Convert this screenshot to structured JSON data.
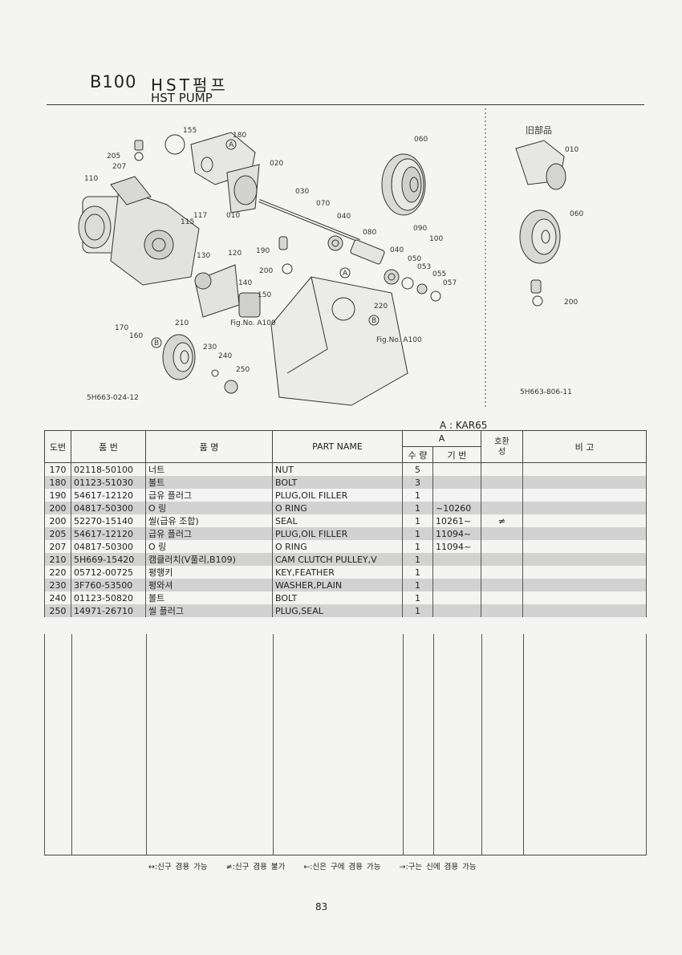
{
  "header": {
    "code": "B100",
    "title_ko": "HST펌프",
    "title_en": "HST PUMP"
  },
  "diagram": {
    "ref_left": "5H663-024-12",
    "ref_right": "5H663-806-11",
    "side_heading": "旧部品",
    "fig_refs": [
      "Fig.No. A100",
      "Fig.No. A100"
    ],
    "part_labels": [
      "155",
      "180",
      "205",
      "207",
      "110",
      "020",
      "060",
      "030",
      "070",
      "040",
      "010",
      "117",
      "115",
      "090",
      "100",
      "080",
      "190",
      "120",
      "040",
      "130",
      "050",
      "053",
      "200",
      "055",
      "140",
      "057",
      "150",
      "220",
      "170",
      "160",
      "210",
      "230",
      "240",
      "250"
    ],
    "side_labels": [
      "010",
      "060",
      "200"
    ],
    "callouts": [
      "A",
      "A",
      "B",
      "B"
    ]
  },
  "table": {
    "note": "A : KAR65",
    "headers": {
      "no": "도번",
      "part_no": "품 번",
      "name_ko": "품 명",
      "name_en": "PART NAME",
      "group_a": "A",
      "qty": "수 량",
      "serial": "기 번",
      "compat": "호환성",
      "remark": "비 고"
    },
    "rows": [
      {
        "no": "170",
        "part_no": "02118-50100",
        "name_ko": "너트",
        "name_en": "NUT",
        "qty": "5",
        "serial": "",
        "compat": ""
      },
      {
        "no": "180",
        "part_no": "01123-51030",
        "name_ko": "볼트",
        "name_en": "BOLT",
        "qty": "3",
        "serial": "",
        "compat": ""
      },
      {
        "no": "190",
        "part_no": "54617-12120",
        "name_ko": "급유 플러그",
        "name_en": "PLUG,OIL FILLER",
        "qty": "1",
        "serial": "",
        "compat": ""
      },
      {
        "no": "200",
        "part_no": "04817-50300",
        "name_ko": "O 링",
        "name_en": "O RING",
        "qty": "1",
        "serial": "~10260",
        "compat": ""
      },
      {
        "no": "200",
        "part_no": "52270-15140",
        "name_ko": "씰(급유 조합)",
        "name_en": "SEAL",
        "qty": "1",
        "serial": "10261~",
        "compat": "≠"
      },
      {
        "no": "205",
        "part_no": "54617-12120",
        "name_ko": "급유 플러그",
        "name_en": "PLUG,OIL FILLER",
        "qty": "1",
        "serial": "11094~",
        "compat": ""
      },
      {
        "no": "207",
        "part_no": "04817-50300",
        "name_ko": "O 링",
        "name_en": "O RING",
        "qty": "1",
        "serial": "11094~",
        "compat": ""
      },
      {
        "no": "210",
        "part_no": "5H669-15420",
        "name_ko": "캠클러치(V풀리,B109)",
        "name_en": "CAM CLUTCH PULLEY,V",
        "qty": "1",
        "serial": "",
        "compat": ""
      },
      {
        "no": "220",
        "part_no": "05712-00725",
        "name_ko": "평행키",
        "name_en": "KEY,FEATHER",
        "qty": "1",
        "serial": "",
        "compat": ""
      },
      {
        "no": "230",
        "part_no": "3F760-53500",
        "name_ko": "평와셔",
        "name_en": "WASHER,PLAIN",
        "qty": "1",
        "serial": "",
        "compat": ""
      },
      {
        "no": "240",
        "part_no": "01123-50820",
        "name_ko": "볼트",
        "name_en": "BOLT",
        "qty": "1",
        "serial": "",
        "compat": ""
      },
      {
        "no": "250",
        "part_no": "14971-26710",
        "name_ko": "씰 플러그",
        "name_en": "PLUG,SEAL",
        "qty": "1",
        "serial": "",
        "compat": ""
      }
    ]
  },
  "legend": [
    "↔:신구 겸용 가능",
    "≠:신구 겸용 불가",
    "←:신은 구에 겸용 가능",
    "→:구는 신에 겸용 가능"
  ],
  "page_number": "83"
}
